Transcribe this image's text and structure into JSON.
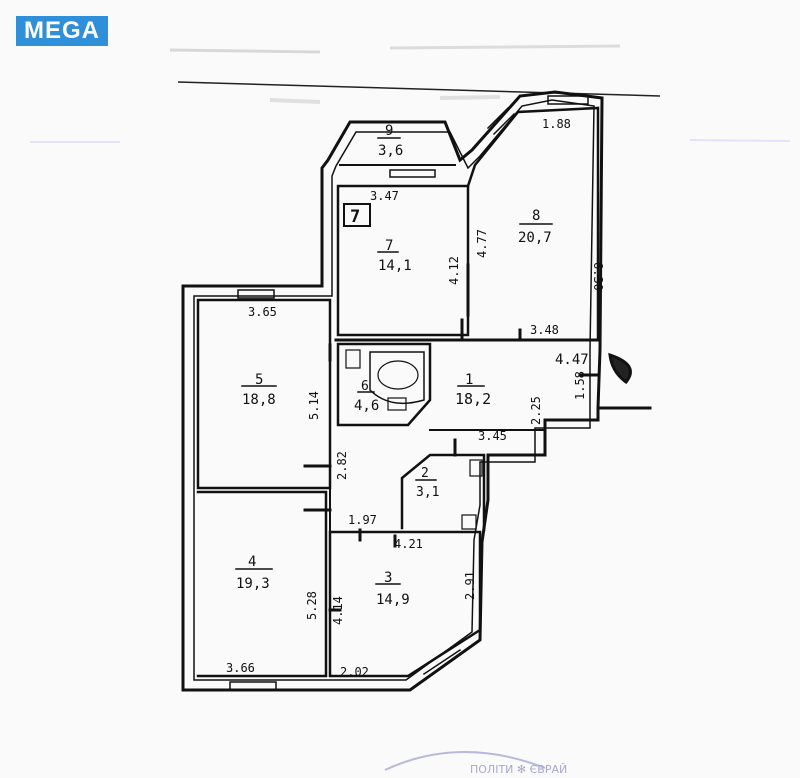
{
  "logo": {
    "text": "MEGA",
    "color": "#2f8fd8"
  },
  "rooms": [
    {
      "number": "1",
      "area": "18,2"
    },
    {
      "number": "2",
      "area": "3,1"
    },
    {
      "number": "3",
      "area": "14,9"
    },
    {
      "number": "4",
      "area": "19,3"
    },
    {
      "number": "5",
      "area": "18,8"
    },
    {
      "number": "6",
      "area": "4,6"
    },
    {
      "number": "7",
      "area": "14,1"
    },
    {
      "number": "8",
      "area": "20,7"
    },
    {
      "number": "9",
      "area": "3,6"
    }
  ],
  "dimensions": {
    "d_188": "1.88",
    "d_347": "3.47",
    "d_477": "4.77",
    "d_412": "4.12",
    "d_630": "6.30",
    "d_348": "3.48",
    "d_447": "4.47",
    "d_365": "3.65",
    "d_514": "5.14",
    "d_345": "3.45",
    "d_282": "2.82",
    "d_197": "1.97",
    "d_421": "4.21",
    "d_291": "2.91",
    "d_528": "5.28",
    "d_414": "4.14",
    "d_366": "3.66",
    "d_202": "2.02",
    "d_158": "1.58",
    "d_225": "2.25"
  },
  "marker_box": "7"
}
